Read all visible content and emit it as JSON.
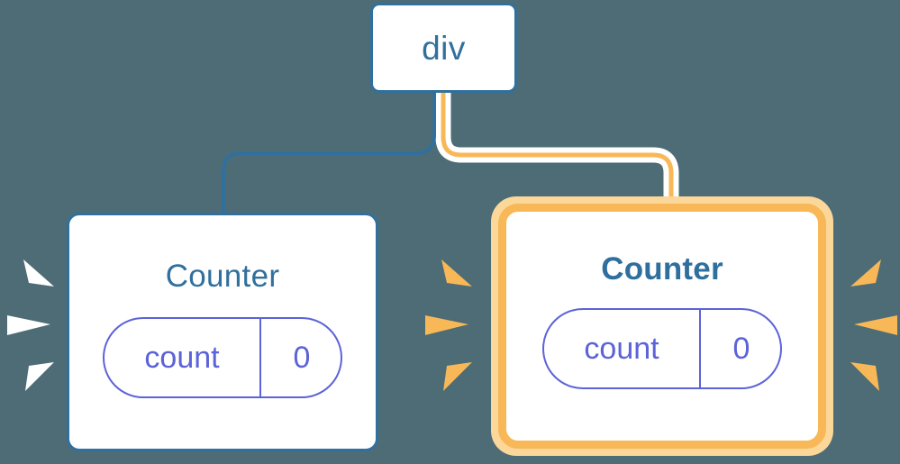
{
  "theme": {
    "background": "#4d6c75",
    "node_blue": "#31709c",
    "node_white": "#ffffff",
    "highlight_orange": "#f8b857",
    "highlight_orange_soft": "#fbd79a",
    "state_purple": "#5c63d8",
    "spark_white": "#ffffff",
    "spark_orange": "#f8b857"
  },
  "tree": {
    "root": {
      "label": "div",
      "highlighted": false
    },
    "children": [
      {
        "label": "Counter",
        "highlighted": false,
        "state": {
          "key": "count",
          "value": "0"
        },
        "edge_color": "#31709c",
        "sparks": {
          "color": "spark-white",
          "count": 3,
          "side": "left"
        }
      },
      {
        "label": "Counter",
        "highlighted": true,
        "state": {
          "key": "count",
          "value": "0"
        },
        "edge_color": "#f8b857",
        "sparks": {
          "color": "spark-orange",
          "count": 6,
          "side": "both"
        }
      }
    ]
  },
  "icons": {
    "spark": "spark-burst-icon",
    "edge": "tree-edge-connector"
  }
}
